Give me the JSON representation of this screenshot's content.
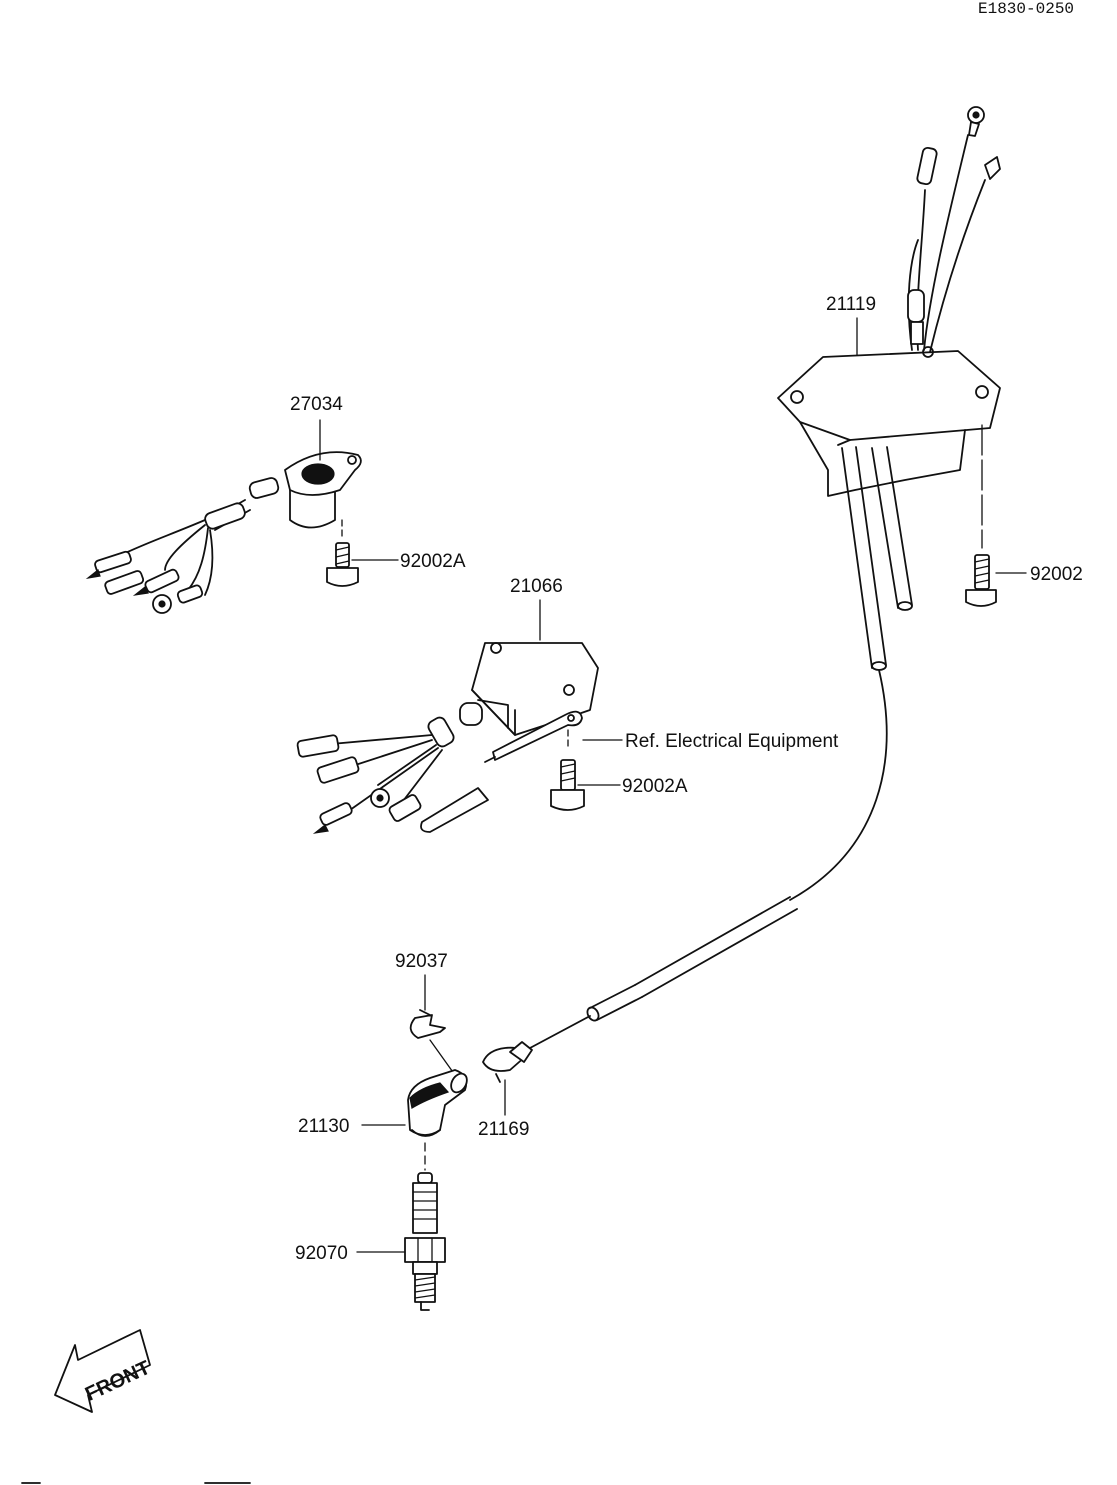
{
  "diagram_code": "E1830-0250",
  "parts": {
    "p21119": "21119",
    "p27034": "27034",
    "p92002A_top": "92002A",
    "p92002": "92002",
    "p21066": "21066",
    "ref_electrical": "Ref. Electrical Equipment",
    "p92002A_mid": "92002A",
    "p92037": "92037",
    "p21130": "21130",
    "p21169": "21169",
    "p92070": "92070"
  },
  "front_label": "FRONT"
}
